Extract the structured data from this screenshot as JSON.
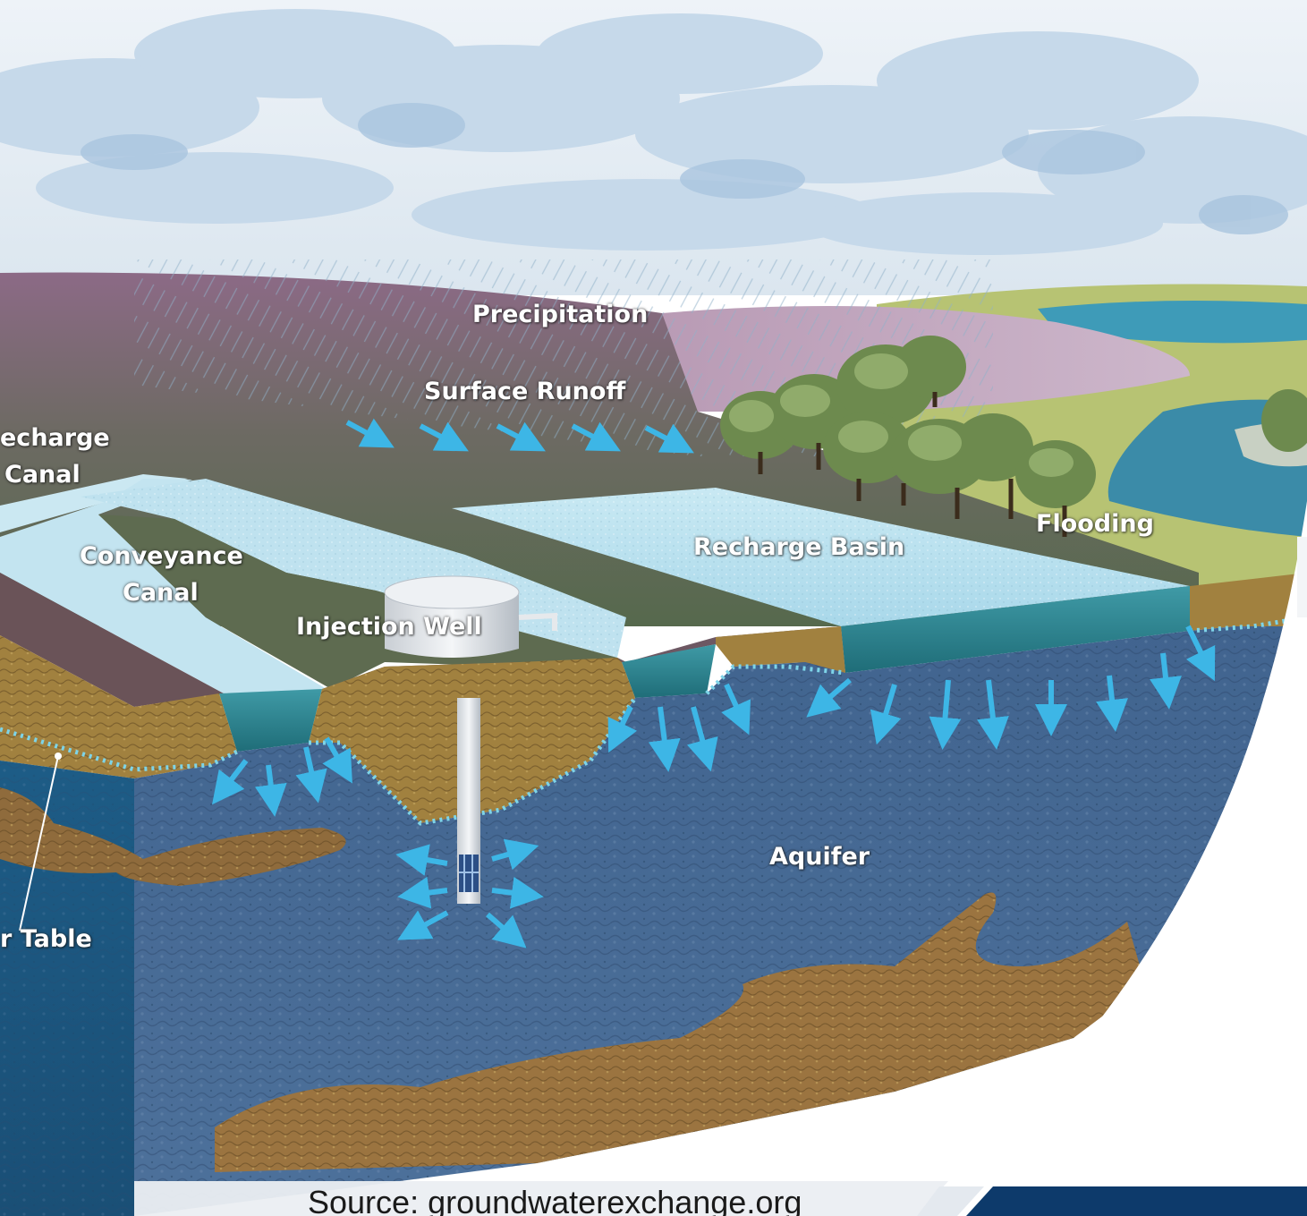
{
  "labels": {
    "precipitation": "Precipitation",
    "surface_runoff": "Surface Runoff",
    "recharge_canal_line1": "echarge",
    "recharge_canal_line2": "Canal",
    "conveyance_canal_line1": "Conveyance",
    "conveyance_canal_line2": "Canal",
    "injection_well": "Injection Well",
    "recharge_basin": "Recharge Basin",
    "flooding": "Flooding",
    "aquifer": "Aquifer",
    "water_table": "r Table"
  },
  "source": "Source: groundwaterexchange.org",
  "colors": {
    "sky": "#dfe9f2",
    "cloud": "#c3d6e8",
    "hill_purple": "#8a6f86",
    "ground_green": "#5d6e4f",
    "canal_water": "#bfe3f0",
    "soil": "#9a7c3e",
    "aquifer_blue": "#3a5f8c",
    "arrow_blue": "#3db6e6",
    "brand_navy": "#0d3a6b"
  }
}
